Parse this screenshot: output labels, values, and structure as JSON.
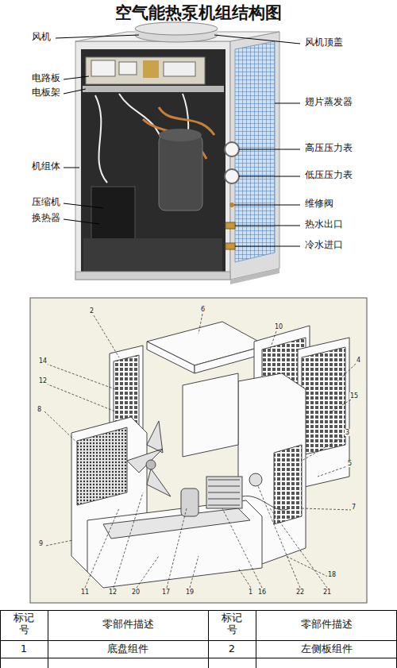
{
  "diagram": {
    "title": "空气能热泵机组结构图",
    "labels": [
      "风机",
      "电路板",
      "电板架",
      "机组体",
      "压缩机",
      "换热器",
      "风机顶盖",
      "翅片蒸发器",
      "高压压力表",
      "低压压力表",
      "维修阀",
      "热水出口",
      "冷水进口",
      "2",
      "6",
      "10",
      "14",
      "4",
      "12",
      "15",
      "8",
      "3",
      "5",
      "7",
      "9",
      "11",
      "12",
      "20",
      "17",
      "19",
      "1",
      "16",
      "22",
      "21",
      "18",
      "标记号",
      "零部件描述",
      "标记号",
      "零部件描述",
      "1",
      "底盘组件",
      "2",
      "左侧板组件"
    ]
  }
}
